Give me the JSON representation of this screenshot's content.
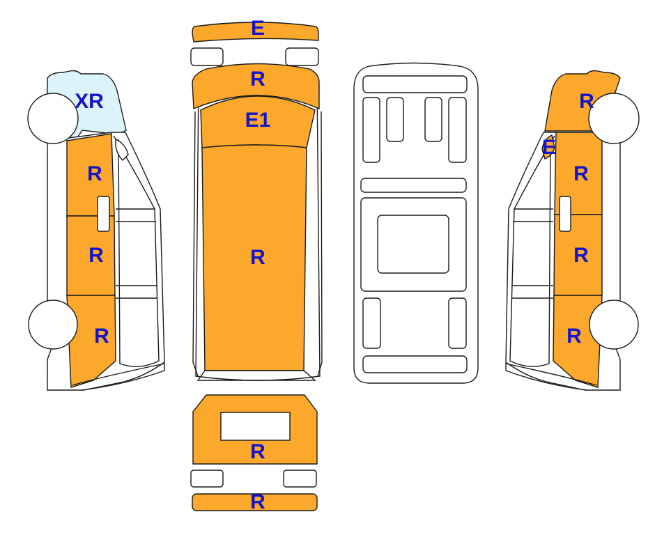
{
  "colors": {
    "damage": "#FBA82C",
    "glass_damage": "#DDF3FA",
    "label": "#1515C8",
    "outline": "#1a1a1a",
    "panel": "#ffffff"
  },
  "labels": {
    "front_bumper": "E",
    "hood_front": "R",
    "windshield": "E1",
    "roof": "R",
    "rear_door": "R",
    "rear_bumper": "R",
    "left_front_fender": "XR",
    "left_front_door": "R",
    "left_rear_door": "R",
    "left_rear_quarter": "R",
    "right_front_fender": "R",
    "right_mirror": "E",
    "right_front_door": "R",
    "right_rear_door": "R",
    "right_rear_quarter": "R"
  }
}
